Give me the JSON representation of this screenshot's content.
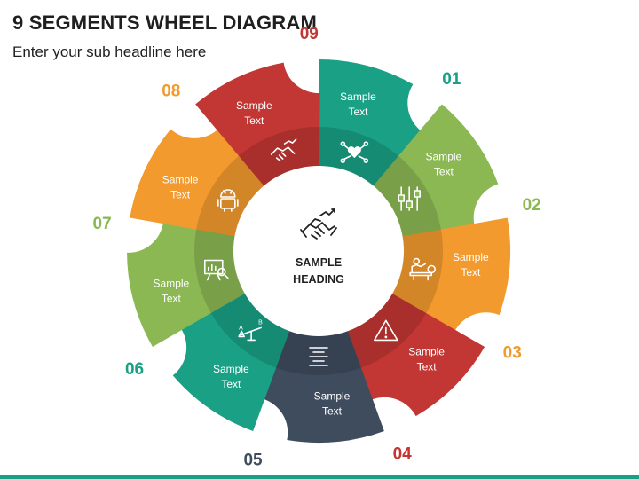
{
  "header": {
    "title": "9 SEGMENTS WHEEL DIAGRAM",
    "subtitle": "Enter your sub headline here"
  },
  "center": {
    "heading_line1": "SAMPLE",
    "heading_line2": "HEADING",
    "icon": "handshake-growth-icon"
  },
  "segments": [
    {
      "number": "01",
      "line1": "Sample",
      "line2": "Text",
      "color": "#1aa085",
      "icon": "heart-network-icon"
    },
    {
      "number": "02",
      "line1": "Sample",
      "line2": "Text",
      "color": "#8cb854",
      "icon": "sliders-icon"
    },
    {
      "number": "03",
      "line1": "Sample",
      "line2": "Text",
      "color": "#f29a2e",
      "icon": "person-desk-icon"
    },
    {
      "number": "04",
      "line1": "Sample",
      "line2": "Text",
      "color": "#c23633",
      "icon": "warning-icon"
    },
    {
      "number": "05",
      "line1": "Sample",
      "line2": "Text",
      "color": "#3e4c5e",
      "icon": "align-center-icon"
    },
    {
      "number": "06",
      "line1": "Sample",
      "line2": "Text",
      "color": "#1aa085",
      "icon": "balance-scale-icon"
    },
    {
      "number": "07",
      "line1": "Sample",
      "line2": "Text",
      "color": "#8cb854",
      "icon": "presentation-board-icon"
    },
    {
      "number": "08",
      "line1": "Sample",
      "line2": "Text",
      "color": "#f29a2e",
      "icon": "android-icon"
    },
    {
      "number": "09",
      "line1": "Sample",
      "line2": "Text",
      "color": "#c23633",
      "icon": "handshake-icon"
    }
  ]
}
